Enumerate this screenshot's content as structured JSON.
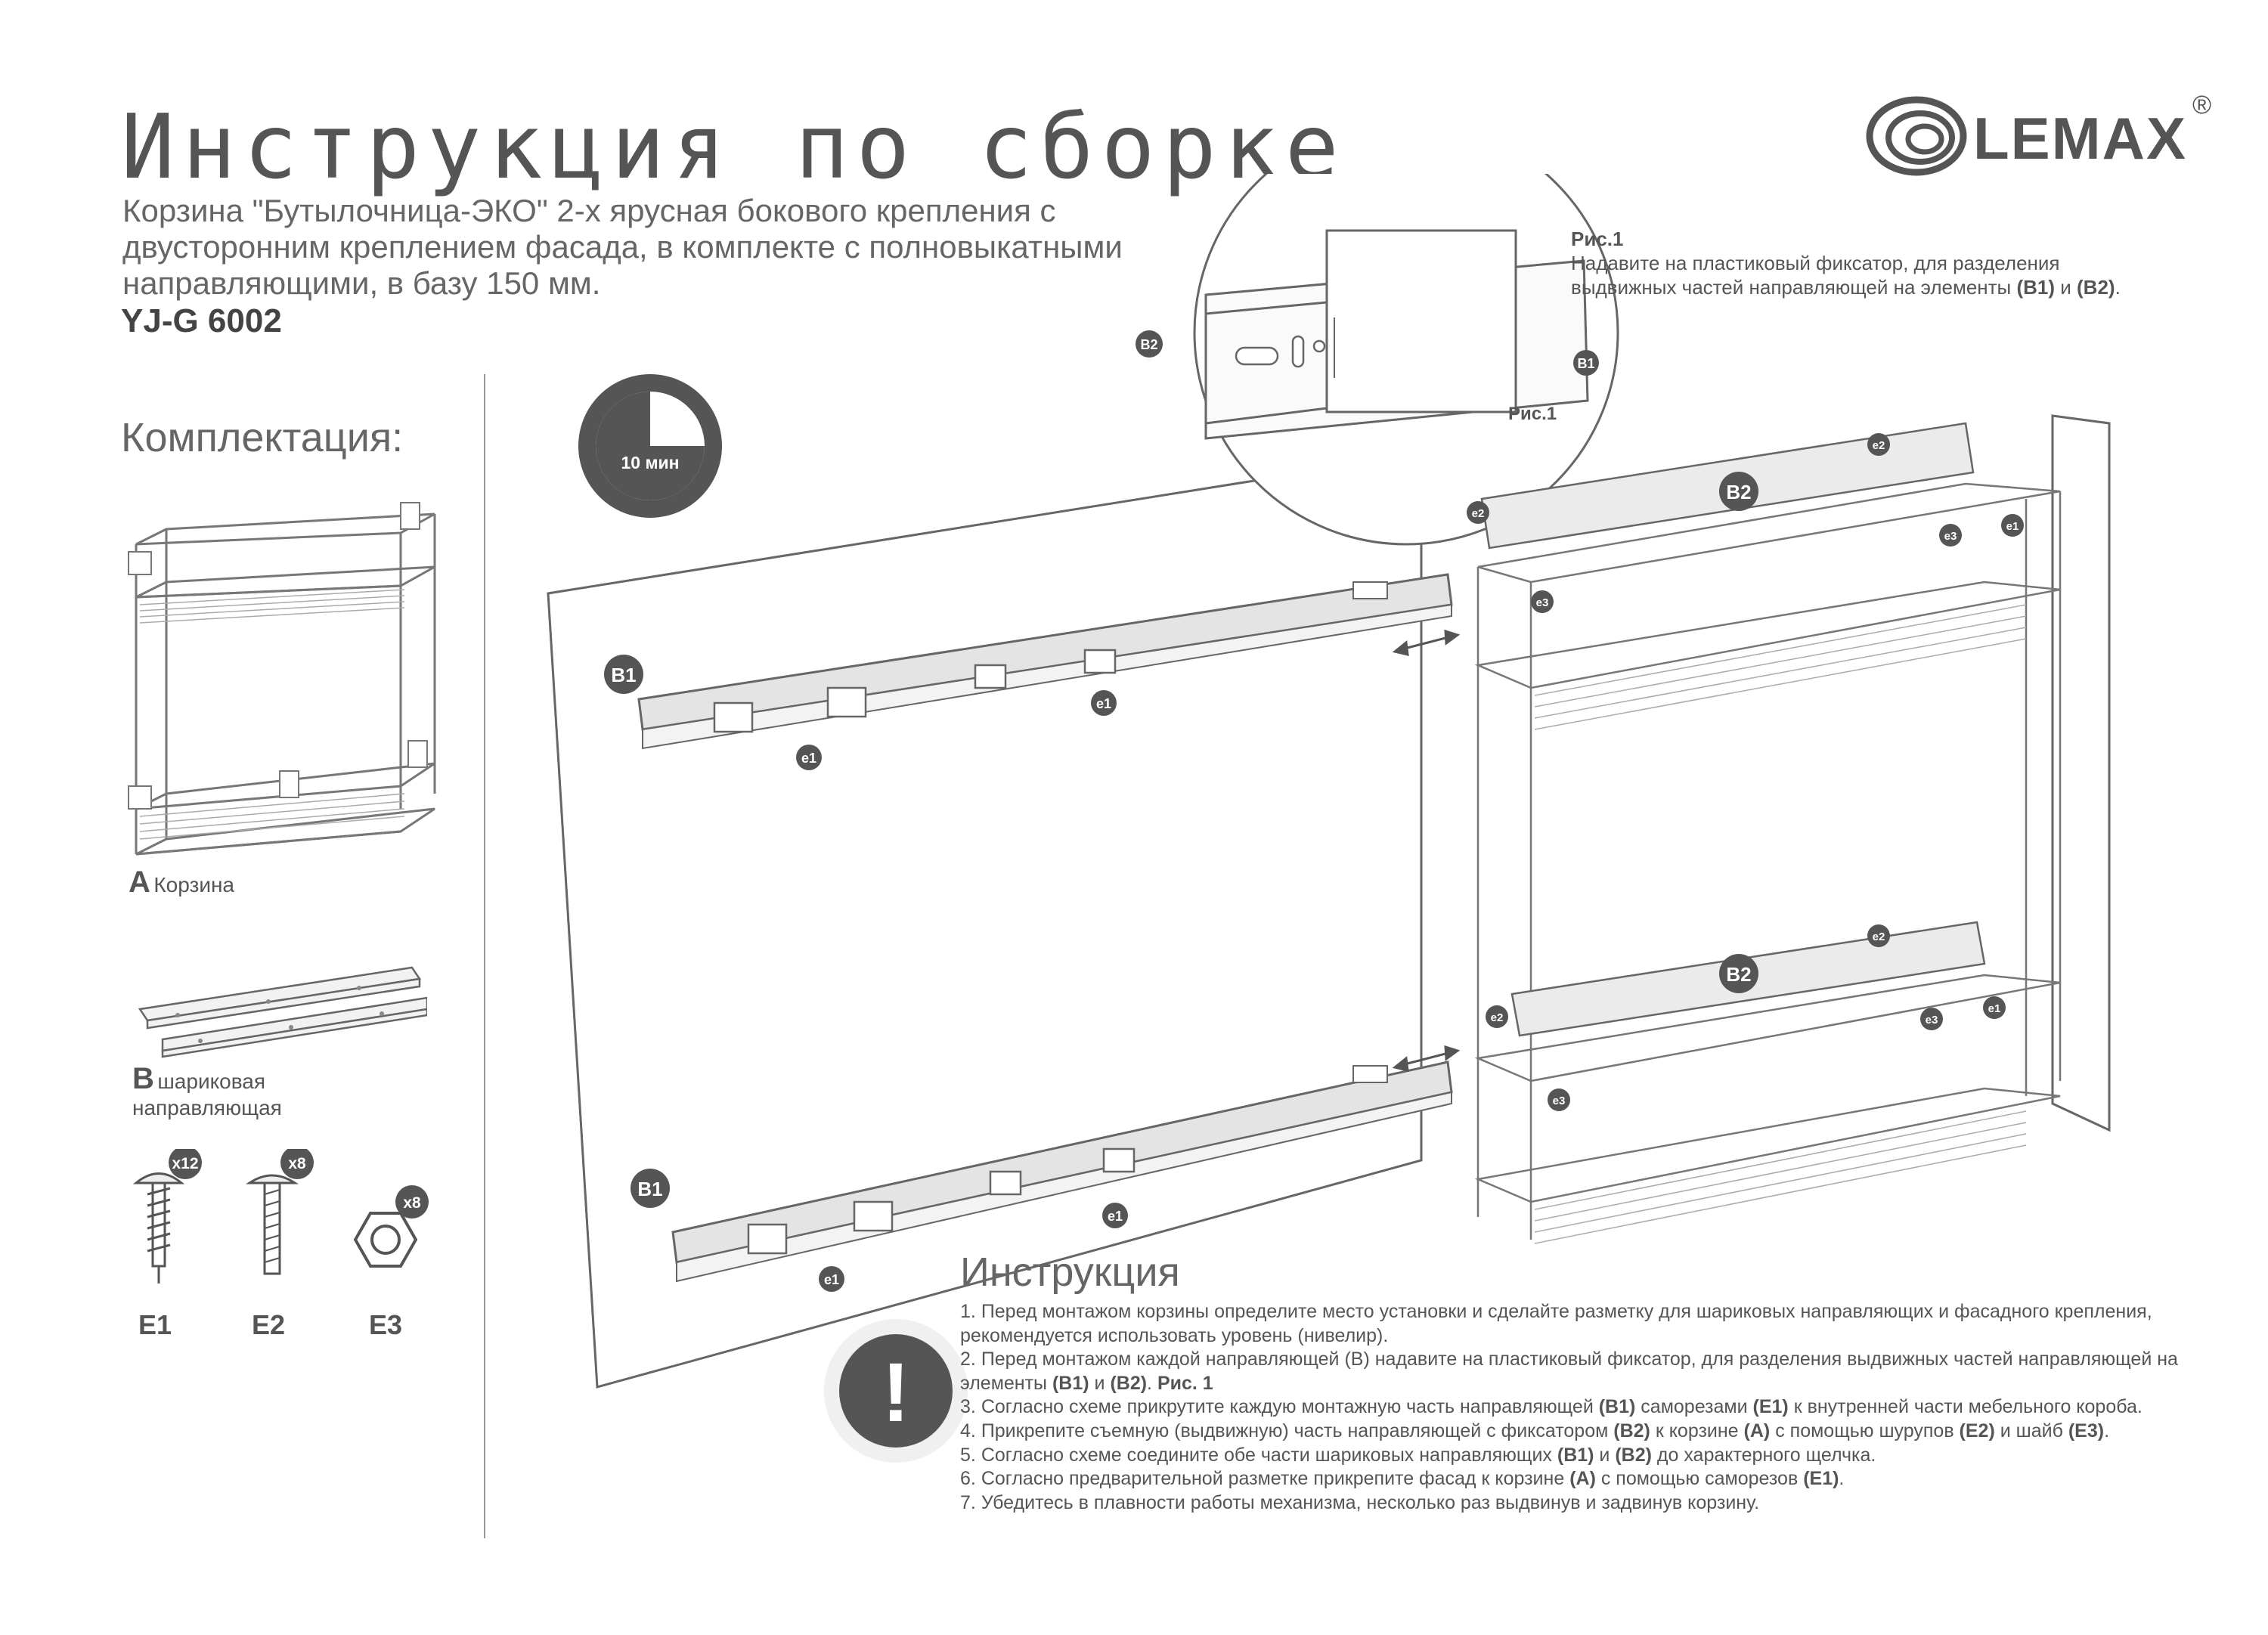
{
  "header": {
    "title": "Инструкция по сборке",
    "subtitle": "Корзина \"Бутылочница-ЭКО\" 2-х ярусная бокового крепления с двусторонним креплением фасада, в комплекте с полновыкатными направляющими, в базу 150 мм.",
    "model": "YJ-G 6002"
  },
  "logo": {
    "text": "LEMAX",
    "registered": "®"
  },
  "kit": {
    "heading": "Комплектация:",
    "items": [
      {
        "letter": "A",
        "label": "Корзина"
      },
      {
        "letter": "B",
        "label": "шариковая направляющая"
      }
    ],
    "fasteners": [
      {
        "code": "E1",
        "qty": "x12"
      },
      {
        "code": "E2",
        "qty": "x8"
      },
      {
        "code": "E3",
        "qty": "x8"
      }
    ]
  },
  "timer": {
    "label": "10 мин"
  },
  "figure1": {
    "caption_title": "Рис.1",
    "caption_text_1": "Надавите на пластиковый фиксатор, для разделения",
    "caption_text_2": "выдвижных частей направляющей на элементы ",
    "b1": "(B1)",
    "and": " и ",
    "b2": "(B2)",
    "dot": ".",
    "inset_label": "Рис.1"
  },
  "diagram_labels": {
    "B1": "B1",
    "B2": "B2",
    "e1": "e1",
    "e2": "e2",
    "e3": "e3"
  },
  "instructions": {
    "heading": "Инструкция",
    "warning_symbol": "!",
    "steps": [
      {
        "num": "1.",
        "parts": [
          "Перед монтажом корзины определите место установки и сделайте разметку для шариковых направляющих и фасадного крепления, рекомендуется использовать уровень (нивелир)."
        ]
      },
      {
        "num": "2.",
        "parts": [
          "Перед монтажом каждой направляющей (B) надавите на пластиковый фиксатор, для разделения выдвижных частей направляющей на элементы ",
          "(B1)",
          " и ",
          "(B2)",
          ".  ",
          "Рис. 1"
        ]
      },
      {
        "num": "3.",
        "parts": [
          "Согласно схеме прикрутите каждую монтажную часть направляющей ",
          "(B1)",
          " саморезами ",
          "(E1)",
          " к внутренней части мебельного короба."
        ]
      },
      {
        "num": "4.",
        "parts": [
          "Прикрепите съемную (выдвижную) часть направляющей с фиксатором ",
          "(B2)",
          " к корзине ",
          "(A)",
          " с помощью шурупов ",
          "(E2)",
          " и шайб ",
          "(E3)",
          "."
        ]
      },
      {
        "num": "5.",
        "parts": [
          "Согласно схеме соедините обе части шариковых направляющих ",
          "(B1)",
          " и ",
          "(B2)",
          " до характерного щелчка."
        ]
      },
      {
        "num": "6.",
        "parts": [
          "Согласно предварительной разметке прикрепите фасад к корзине ",
          "(A)",
          " с помощью саморезов ",
          "(E1)",
          "."
        ]
      },
      {
        "num": "7.",
        "parts": [
          "Убедитесь в плавности работы механизма, несколько раз выдвинув и задвинув корзину."
        ]
      }
    ]
  },
  "colors": {
    "badge": "#555555",
    "rail": "#dddddd",
    "line": "#666666"
  }
}
